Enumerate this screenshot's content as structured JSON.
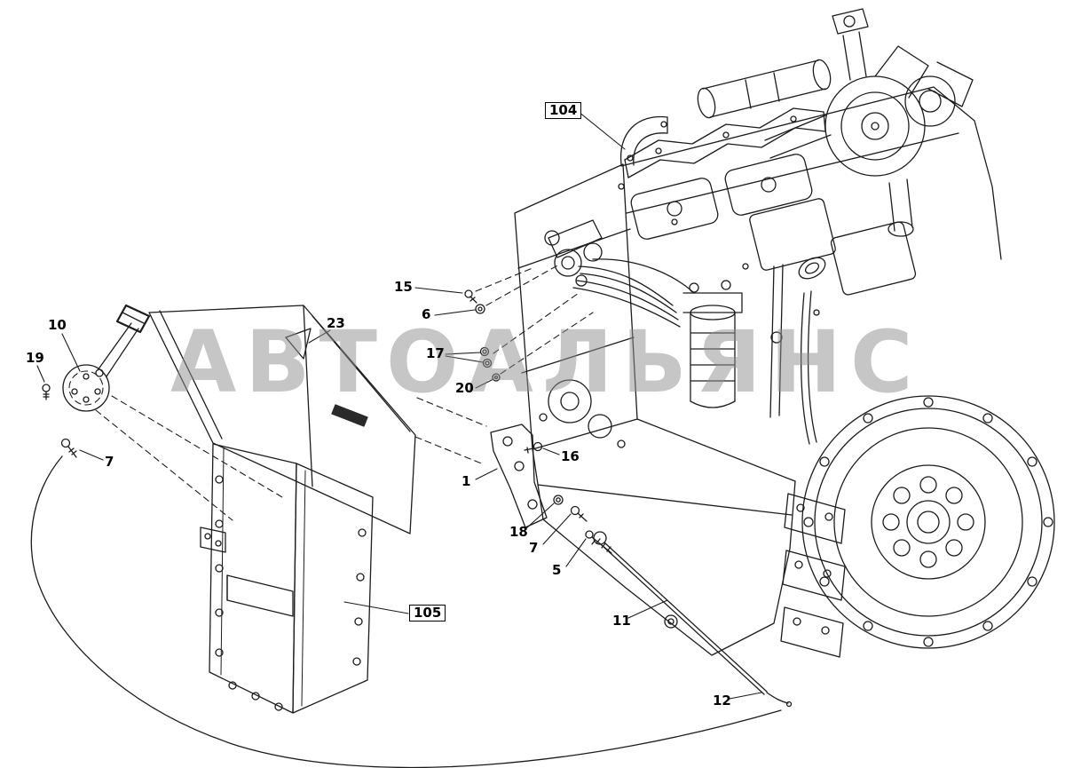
{
  "watermark": {
    "text": "АВТОАЛЬЯНС"
  },
  "callouts": {
    "c104": {
      "label": "104"
    },
    "c105": {
      "label": "105"
    },
    "c15": {
      "label": "15"
    },
    "c6": {
      "label": "6"
    },
    "c17": {
      "label": "17"
    },
    "c20": {
      "label": "20"
    },
    "c10": {
      "label": "10"
    },
    "c19": {
      "label": "19"
    },
    "c23": {
      "label": "23"
    },
    "c7a": {
      "label": "7"
    },
    "c1": {
      "label": "1"
    },
    "c16": {
      "label": "16"
    },
    "c18": {
      "label": "18"
    },
    "c7b": {
      "label": "7"
    },
    "c5": {
      "label": "5"
    },
    "c11": {
      "label": "11"
    },
    "c12": {
      "label": "12"
    }
  }
}
